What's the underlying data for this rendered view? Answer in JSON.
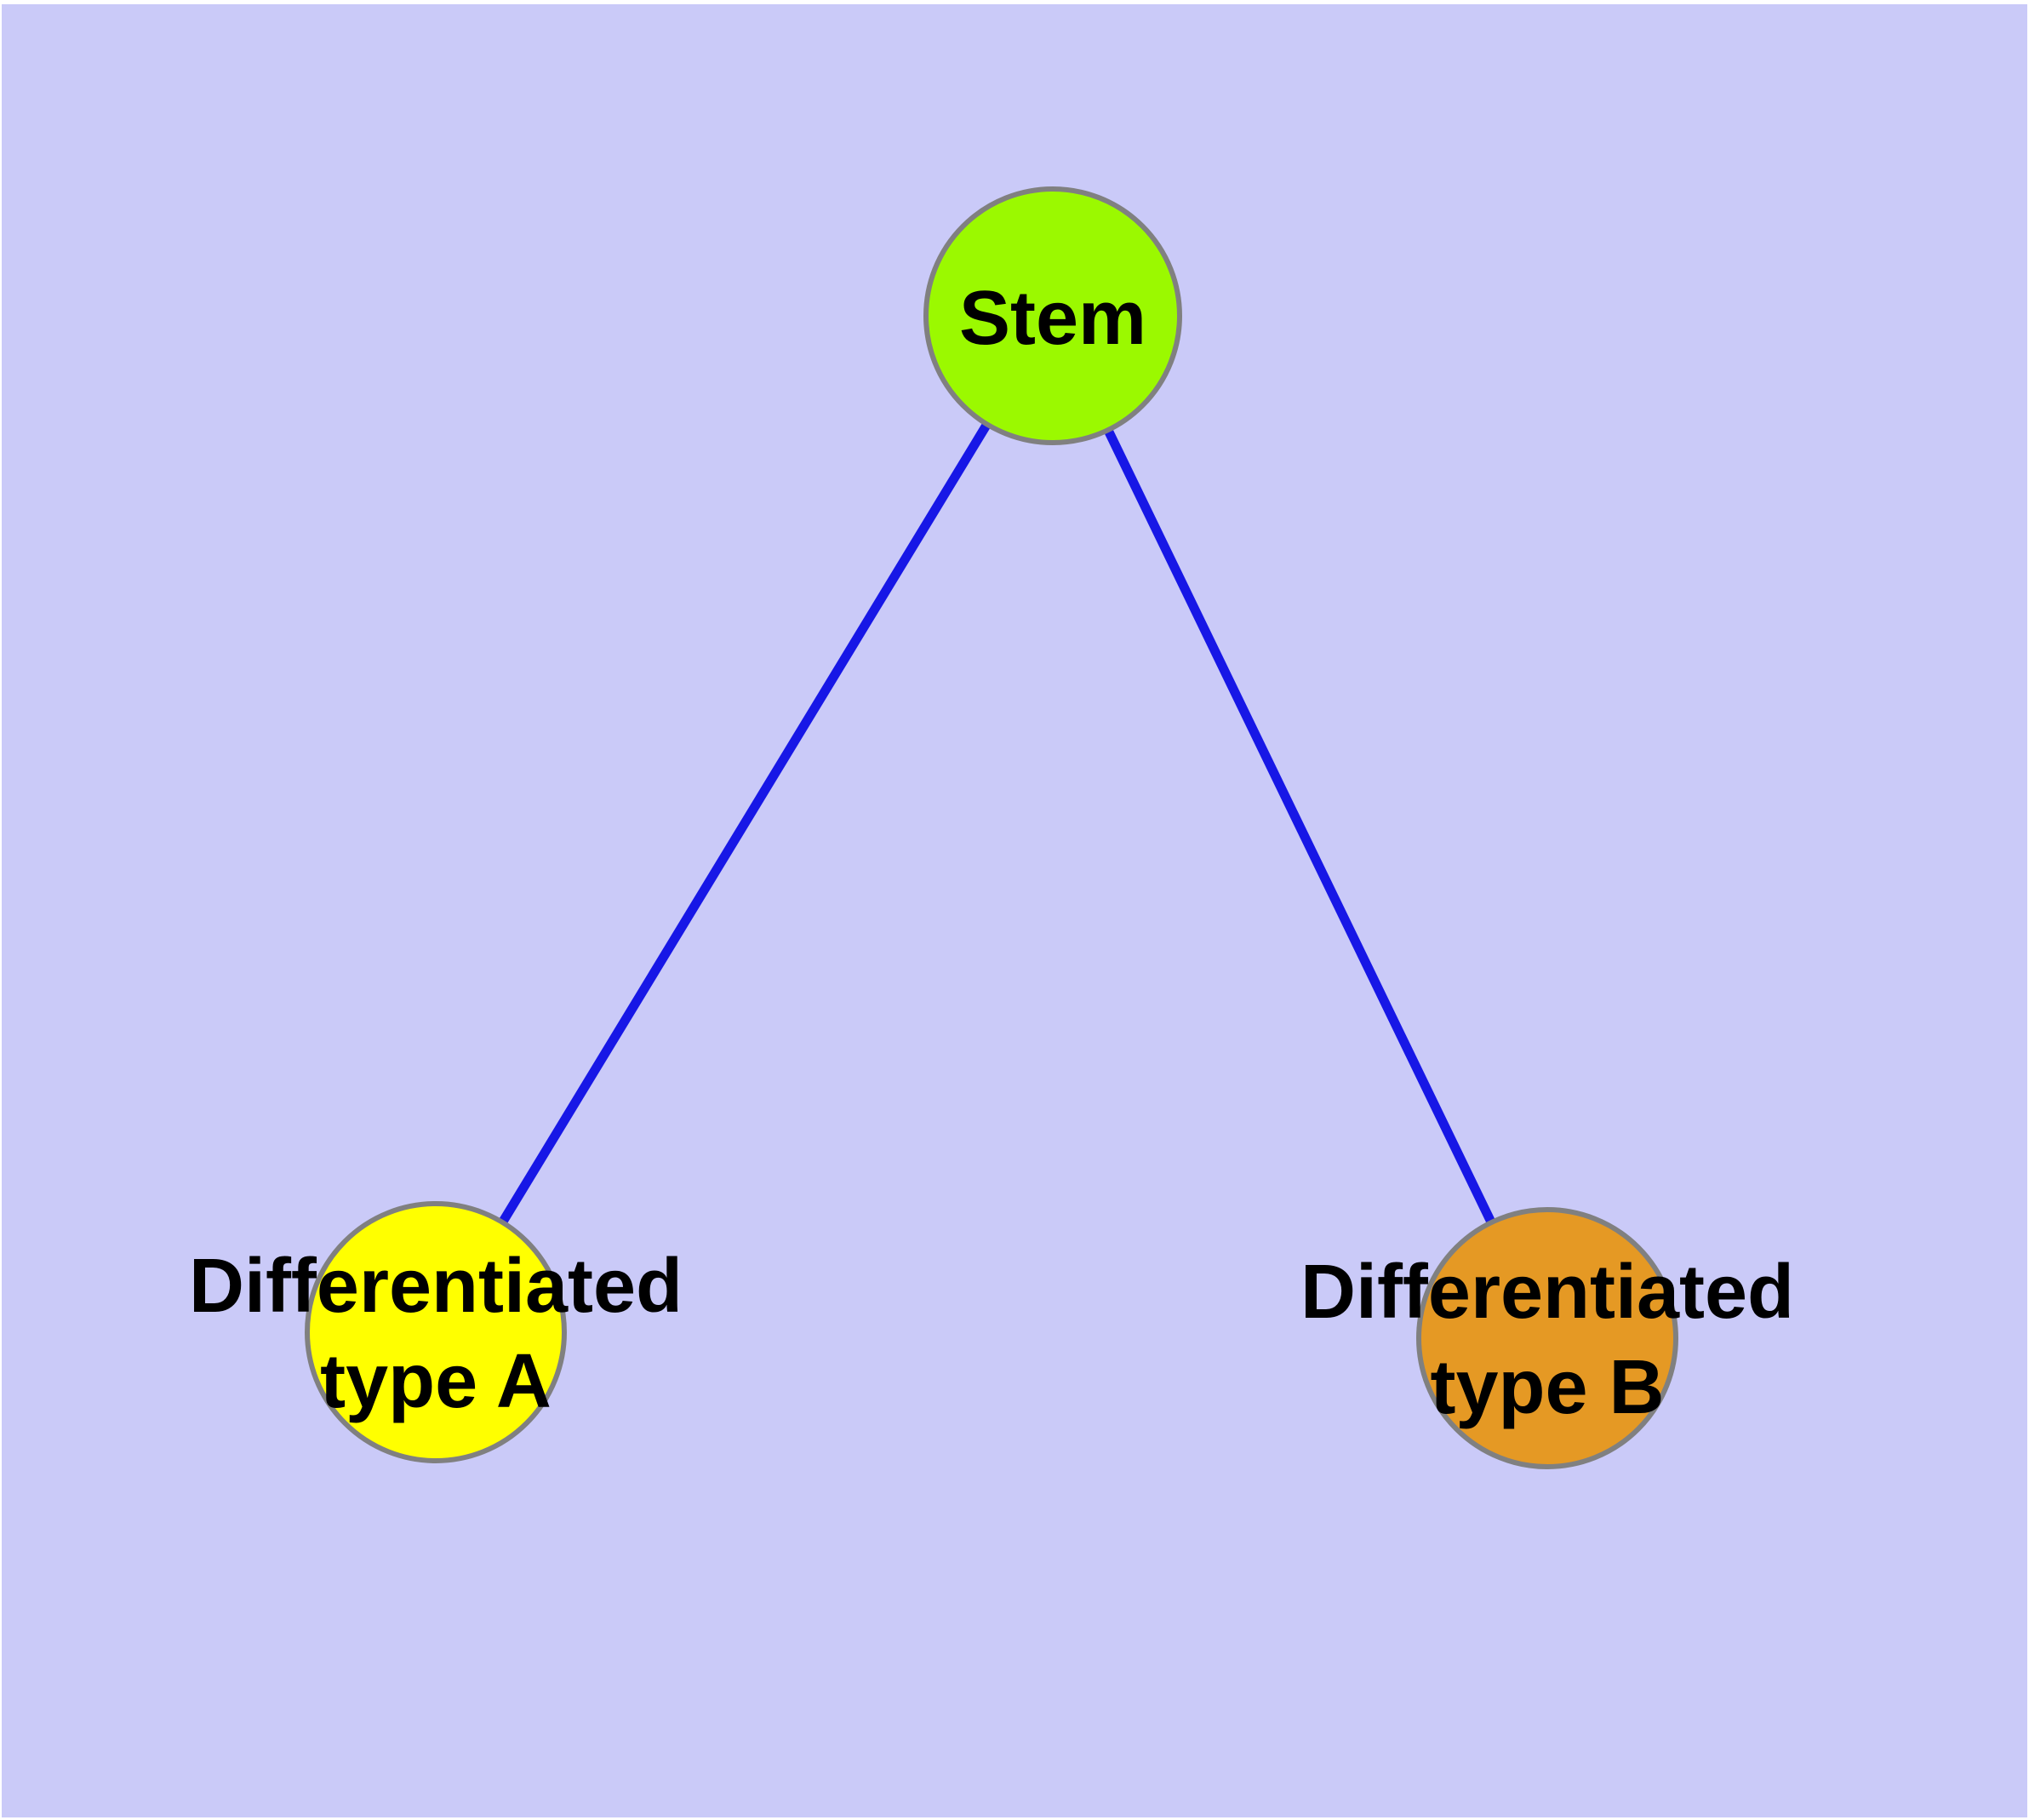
{
  "diagram": {
    "background_color": "#cacaf8",
    "frame_color": "#ffffff",
    "edge_color": "#1717e6",
    "node_border_color": "#808080",
    "label_color": "#000000",
    "nodes": [
      {
        "id": "stem",
        "label": "Stem",
        "fill": "#9bf900"
      },
      {
        "id": "differentiated-type-a",
        "label_line1": "Differentiated",
        "label_line2": "type A",
        "fill": "#ffff00"
      },
      {
        "id": "differentiated-type-b",
        "label_line1": "Differentiated",
        "label_line2": "type B",
        "fill": "#e59924"
      }
    ],
    "edges": [
      {
        "from": "Stem",
        "to": "Differentiated type A"
      },
      {
        "from": "Stem",
        "to": "Differentiated type B"
      }
    ]
  }
}
